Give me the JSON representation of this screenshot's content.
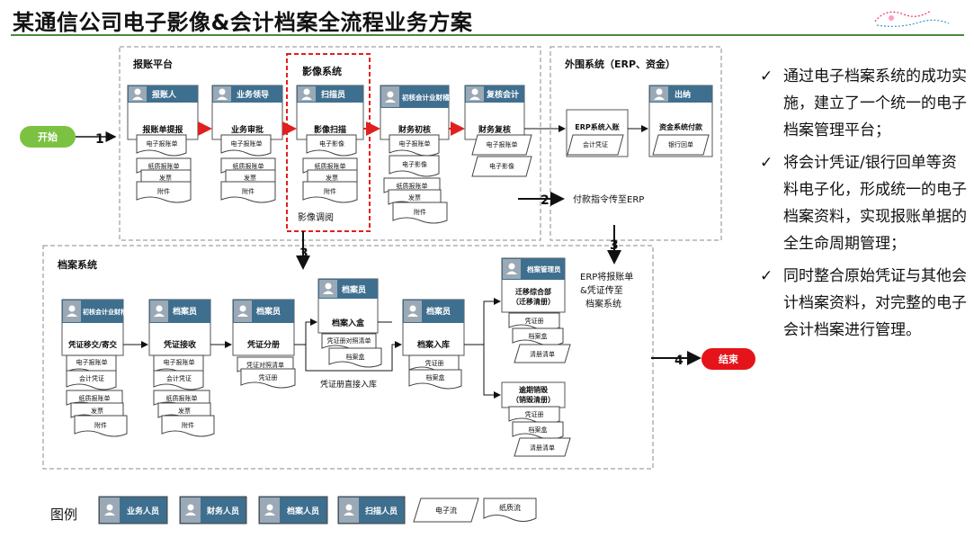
{
  "title": "某通信公司电子影像&会计档案全流程业务方案",
  "sections": {
    "reimburse": "报账平台",
    "imaging": "影像系统",
    "external": "外围系统（ERP、资金）",
    "archive": "档案系统"
  },
  "roles": {
    "applicant": "报账人",
    "leader": "业务领导",
    "scanner": "扫描员",
    "reviewer1": "初核会计业财稽核",
    "reviewer2": "复核会计",
    "cashier": "出纳",
    "clerk": "档案员",
    "clerk2": "档案管理员"
  },
  "steps": {
    "submit": "报账单提报",
    "approve": "业务审批",
    "scan": "影像扫描",
    "first_review": "财务初核",
    "second_review": "财务复核",
    "erp_post": "ERP系统入账",
    "fund_pay": "资金系统付款",
    "transfer": "凭证移交/寄交",
    "receive": "凭证接收",
    "split": "凭证分册",
    "store_in": "档案入盒",
    "shelve": "档案入库",
    "migrate": "迁移综合部（迁移清册）",
    "destroy": "逾期销毁（销毁清册）"
  },
  "docs": {
    "e_bill": "电子报账单",
    "paper_bill": "纸质报账单",
    "invoice": "发票",
    "attachment": "附件",
    "e_image": "电子影像",
    "voucher": "会计凭证",
    "bank_slip": "银行回单",
    "voucher_list": "凭证对照清单",
    "voucher_book": "凭证册",
    "voucher_list2": "凭证册对照清单",
    "archive_box": "档案盒",
    "handover_list": "清册清单"
  },
  "labels": {
    "start": "开始",
    "end": "结束",
    "n1": "1",
    "n2": "2",
    "n3": "3",
    "n4": "4",
    "imaging_call": "影像调阅",
    "pay_to_erp": "付款指令传至ERP",
    "erp_note": "ERP将报账单&凭证传至档案系统",
    "direct_store": "凭证册直接入库"
  },
  "bullets": [
    "通过电子档案系统的成功实施，建立了一个统一的电子档案管理平台；",
    "将会计凭证/银行回单等资料电子化，形成统一的电子档案资料，实现报账单据的全生命周期管理；",
    "同时整合原始凭证与其他会计档案资料，对完整的电子会计档案进行管理。"
  ],
  "legend": {
    "title": "图例",
    "business": "业务人员",
    "finance": "财务人员",
    "archivist": "档案人员",
    "scanner": "扫描人员",
    "eflow": "电子流",
    "paperflow": "纸质流"
  },
  "colors": {
    "role_header": "#3f6f8f",
    "arrow": "#e02020",
    "start": "#7cc242",
    "end": "#e5141a",
    "title_rule": "#4a8a3c"
  }
}
